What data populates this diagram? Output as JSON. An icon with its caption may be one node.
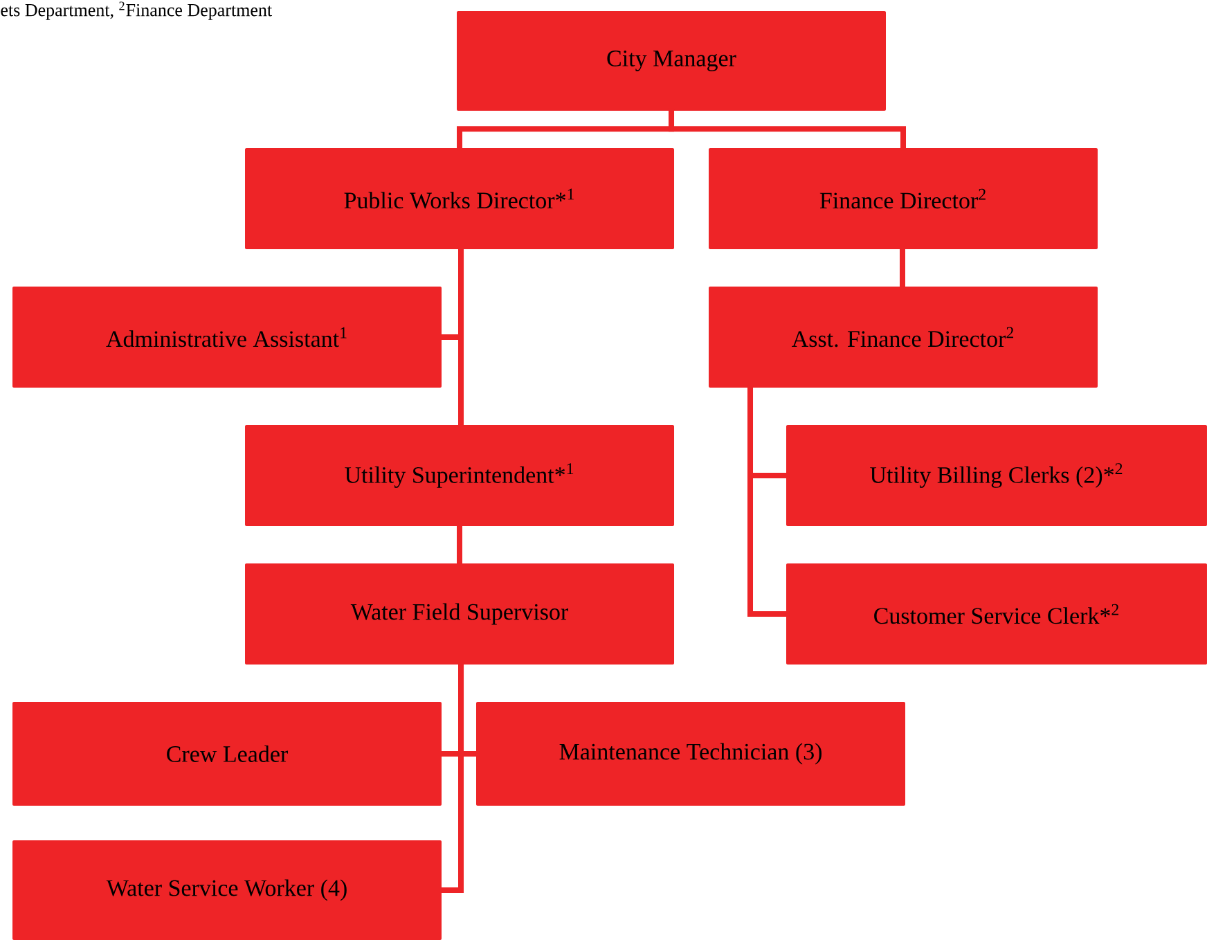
{
  "diagram": {
    "nodes": [
      {
        "text": [
          "City Manager"
        ]
      },
      {
        "text": [
          "Public Works Director*$^{1}$"
        ]
      },
      {
        "text": [
          "Finance Director$^{2}$"
        ]
      },
      {
        "text": [
          "Administrative Assistant$^{1}$"
        ]
      },
      {
        "text": [
          "Asst. Finance Director$^{2}$"
        ]
      },
      {
        "text": [
          "Utility Superintendent*$^{1}$"
        ]
      },
      {
        "text": [
          "Utility Billing Clerks (2)*$^{2}$"
        ]
      },
      {
        "text": [
          "Water Field Supervisor"
        ]
      },
      {
        "text": [
          "Customer Service Clerk*$^{2}$"
        ]
      },
      {
        "text": [
          "Crew Leader"
        ]
      },
      {
        "text": [
          "Maintenance Technician (3)"
        ]
      },
      {
        "text": [
          "Water Service Worker (4)"
        ]
      }
    ],
    "edges": [
      {
        "from": 0,
        "to": 1,
        "arrow": "none"
      },
      {
        "from": 0,
        "to": 2,
        "arrow": "none"
      },
      {
        "from": 1,
        "to": 3,
        "arrow": "none"
      },
      {
        "from": 1,
        "to": 5,
        "arrow": "none"
      },
      {
        "from": 2,
        "to": 4,
        "arrow": "none"
      },
      {
        "from": 4,
        "to": 6,
        "arrow": "none"
      },
      {
        "from": 4,
        "to": 8,
        "arrow": "none"
      },
      {
        "from": 5,
        "to": 7,
        "arrow": "none"
      },
      {
        "from": 7,
        "to": 9,
        "arrow": "none"
      },
      {
        "from": 7,
        "to": 10,
        "arrow": "none"
      },
      {
        "from": 7,
        "to": 11,
        "arrow": "none"
      }
    ],
    "labels": [
      "ets Department, $^{2}$Finance Department"
    ]
  }
}
